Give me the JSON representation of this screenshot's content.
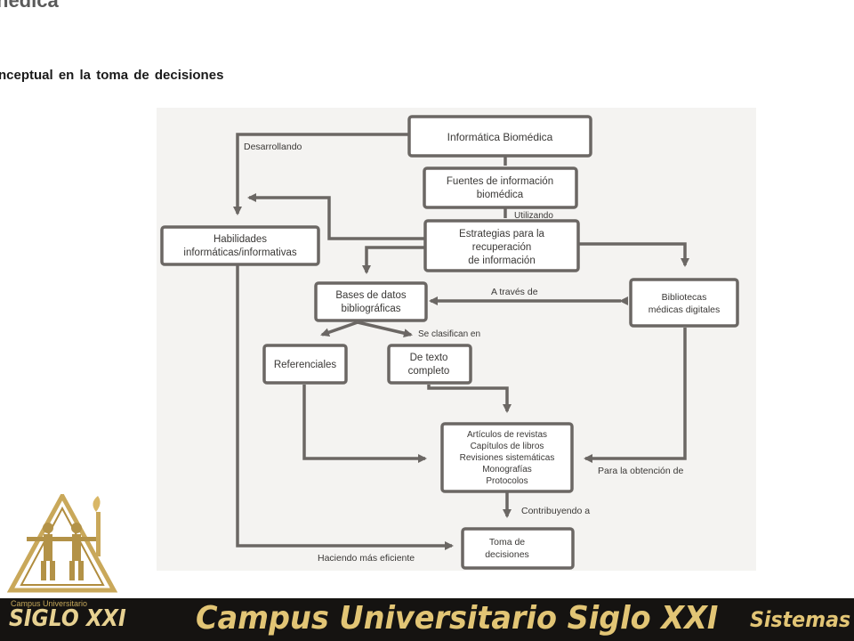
{
  "slide": {
    "title": "nedica",
    "subtitle": "nceptual  en la toma  de decisiones"
  },
  "diagram": {
    "nodes": {
      "informatica": [
        "Informática Biomédica"
      ],
      "fuentes": [
        "Fuentes de información",
        "biomédica"
      ],
      "estrategias": [
        "Estrategias para la",
        "recuperación",
        "de información"
      ],
      "habilidades": [
        "Habilidades",
        "informáticas/informativas"
      ],
      "bases": [
        "Bases de datos",
        "bibliográficas"
      ],
      "bibliotecas": [
        "Bibliotecas",
        "médicas digitales"
      ],
      "referenciales": [
        "Referenciales"
      ],
      "texto": [
        "De texto",
        "completo"
      ],
      "articulos": [
        "Artículos de revistas",
        "Capítulos de libros",
        "Revisiones sistemáticas",
        "Monografías",
        "Protocolos"
      ],
      "toma": [
        "Toma de",
        "decisiones"
      ]
    },
    "labels": {
      "desarrollando": "Desarrollando",
      "utilizando": "Utilizando",
      "a_traves": "A través de",
      "se_clasifican": "Se clasifican en",
      "obtencion": "Para la obtención de",
      "contribuyendo": "Contribuyendo a",
      "haciendo": "Haciendo más eficiente"
    },
    "line_color": "#6b6764"
  },
  "footer": {
    "logo_caption": "Campus Universitario",
    "logo_text": "SIGLO XXI",
    "campus_text": "Campus Universitario Siglo XXI",
    "sistemas_text": "Sistemas",
    "gold_color": "#e2c575"
  }
}
